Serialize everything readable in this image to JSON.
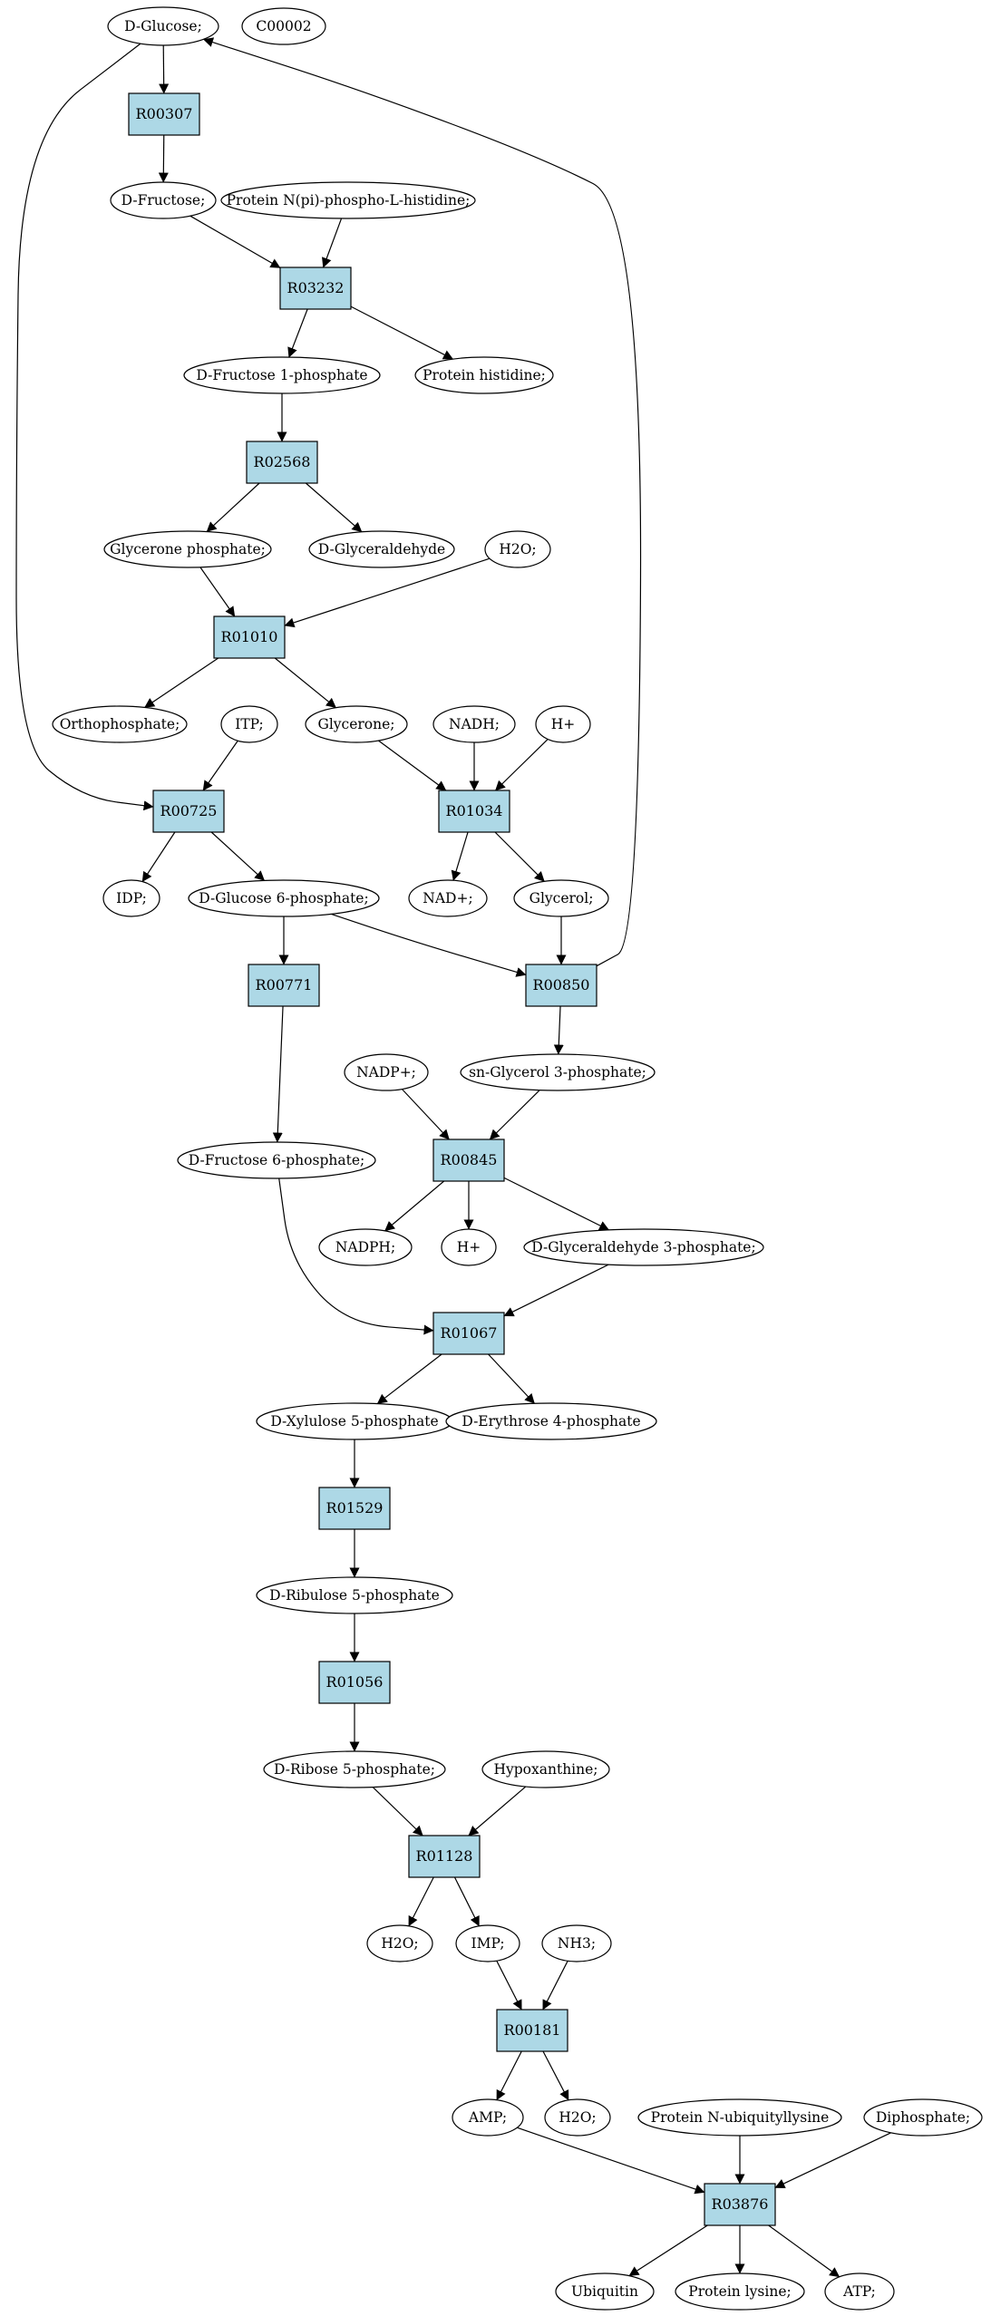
{
  "colors": {
    "highlight_start": "#00ee00",
    "highlight_query": "#ffff00",
    "reaction": "#add8e6",
    "compound": "#ffffff",
    "edge": "#000000"
  },
  "nodes": {
    "glucose": {
      "label": "D-Glucose;",
      "kind": "compound",
      "fill": "#00ee00"
    },
    "c00002": {
      "label": "C00002",
      "kind": "compound",
      "fill": "#ffff00"
    },
    "r00307": {
      "label": "R00307",
      "kind": "reaction"
    },
    "fructose": {
      "label": "D-Fructose;",
      "kind": "compound"
    },
    "protein_nphospho": {
      "label": "Protein N(pi)-phospho-L-histidine;",
      "kind": "compound"
    },
    "r03232": {
      "label": "R03232",
      "kind": "reaction"
    },
    "fructose1p": {
      "label": "D-Fructose 1-phosphate",
      "kind": "compound"
    },
    "protein_histidine": {
      "label": "Protein histidine;",
      "kind": "compound"
    },
    "r02568": {
      "label": "R02568",
      "kind": "reaction"
    },
    "glycerone_p": {
      "label": "Glycerone phosphate;",
      "kind": "compound"
    },
    "glyceraldehyde": {
      "label": "D-Glyceraldehyde",
      "kind": "compound"
    },
    "h2o_a": {
      "label": "H2O;",
      "kind": "compound"
    },
    "r01010": {
      "label": "R01010",
      "kind": "reaction"
    },
    "orthophosphate": {
      "label": "Orthophosphate;",
      "kind": "compound"
    },
    "itp": {
      "label": "ITP;",
      "kind": "compound"
    },
    "glycerone": {
      "label": "Glycerone;",
      "kind": "compound"
    },
    "nadh": {
      "label": "NADH;",
      "kind": "compound"
    },
    "hplus_a": {
      "label": "H+",
      "kind": "compound"
    },
    "r00725": {
      "label": "R00725",
      "kind": "reaction"
    },
    "r01034": {
      "label": "R01034",
      "kind": "reaction"
    },
    "idp": {
      "label": "IDP;",
      "kind": "compound"
    },
    "glucose6p": {
      "label": "D-Glucose 6-phosphate;",
      "kind": "compound"
    },
    "nadplus": {
      "label": "NAD+;",
      "kind": "compound"
    },
    "glycerol": {
      "label": "Glycerol;",
      "kind": "compound"
    },
    "r00771": {
      "label": "R00771",
      "kind": "reaction"
    },
    "r00850": {
      "label": "R00850",
      "kind": "reaction"
    },
    "nadpplus": {
      "label": "NADP+;",
      "kind": "compound"
    },
    "snglycerol3p": {
      "label": "sn-Glycerol 3-phosphate;",
      "kind": "compound"
    },
    "fructose6p": {
      "label": "D-Fructose 6-phosphate;",
      "kind": "compound"
    },
    "r00845": {
      "label": "R00845",
      "kind": "reaction"
    },
    "nadph": {
      "label": "NADPH;",
      "kind": "compound"
    },
    "hplus_b": {
      "label": "H+",
      "kind": "compound"
    },
    "glyceraldehyde3p": {
      "label": "D-Glyceraldehyde 3-phosphate;",
      "kind": "compound"
    },
    "r01067": {
      "label": "R01067",
      "kind": "reaction"
    },
    "xylulose5p": {
      "label": "D-Xylulose 5-phosphate",
      "kind": "compound"
    },
    "erythrose4p": {
      "label": "D-Erythrose 4-phosphate",
      "kind": "compound"
    },
    "r01529": {
      "label": "R01529",
      "kind": "reaction"
    },
    "ribulose5p": {
      "label": "D-Ribulose 5-phosphate",
      "kind": "compound"
    },
    "r01056": {
      "label": "R01056",
      "kind": "reaction"
    },
    "ribose5p": {
      "label": "D-Ribose 5-phosphate;",
      "kind": "compound"
    },
    "hypoxanthine": {
      "label": "Hypoxanthine;",
      "kind": "compound"
    },
    "r01128": {
      "label": "R01128",
      "kind": "reaction"
    },
    "h2o_b": {
      "label": "H2O;",
      "kind": "compound"
    },
    "imp": {
      "label": "IMP;",
      "kind": "compound"
    },
    "nh3": {
      "label": "NH3;",
      "kind": "compound"
    },
    "r00181": {
      "label": "R00181",
      "kind": "reaction"
    },
    "amp": {
      "label": "AMP;",
      "kind": "compound"
    },
    "h2o_c": {
      "label": "H2O;",
      "kind": "compound"
    },
    "protein_ubiq": {
      "label": "Protein N-ubiquityllysine",
      "kind": "compound"
    },
    "diphosphate": {
      "label": "Diphosphate;",
      "kind": "compound"
    },
    "r03876": {
      "label": "R03876",
      "kind": "reaction"
    },
    "ubiquitin": {
      "label": "Ubiquitin",
      "kind": "compound"
    },
    "protein_lysine": {
      "label": "Protein lysine;",
      "kind": "compound"
    },
    "atp": {
      "label": "ATP;",
      "kind": "compound"
    }
  },
  "edges": [
    [
      "glucose",
      "r00307"
    ],
    [
      "r00307",
      "fructose"
    ],
    [
      "fructose",
      "r03232"
    ],
    [
      "protein_nphospho",
      "r03232"
    ],
    [
      "r03232",
      "fructose1p"
    ],
    [
      "r03232",
      "protein_histidine"
    ],
    [
      "fructose1p",
      "r02568"
    ],
    [
      "r02568",
      "glycerone_p"
    ],
    [
      "r02568",
      "glyceraldehyde"
    ],
    [
      "glycerone_p",
      "r01010"
    ],
    [
      "h2o_a",
      "r01010"
    ],
    [
      "r01010",
      "orthophosphate"
    ],
    [
      "r01010",
      "glycerone"
    ],
    [
      "glucose",
      "r00725"
    ],
    [
      "itp",
      "r00725"
    ],
    [
      "glycerone",
      "r01034"
    ],
    [
      "nadh",
      "r01034"
    ],
    [
      "hplus_a",
      "r01034"
    ],
    [
      "r00725",
      "idp"
    ],
    [
      "r00725",
      "glucose6p"
    ],
    [
      "r01034",
      "nadplus"
    ],
    [
      "r01034",
      "glycerol"
    ],
    [
      "glucose6p",
      "r00771"
    ],
    [
      "glucose6p",
      "r00850"
    ],
    [
      "glycerol",
      "r00850"
    ],
    [
      "r00850",
      "glucose"
    ],
    [
      "r00850",
      "snglycerol3p"
    ],
    [
      "r00771",
      "fructose6p"
    ],
    [
      "nadpplus",
      "r00845"
    ],
    [
      "snglycerol3p",
      "r00845"
    ],
    [
      "r00845",
      "nadph"
    ],
    [
      "r00845",
      "hplus_b"
    ],
    [
      "r00845",
      "glyceraldehyde3p"
    ],
    [
      "fructose6p",
      "r01067"
    ],
    [
      "glyceraldehyde3p",
      "r01067"
    ],
    [
      "r01067",
      "xylulose5p"
    ],
    [
      "r01067",
      "erythrose4p"
    ],
    [
      "xylulose5p",
      "r01529"
    ],
    [
      "r01529",
      "ribulose5p"
    ],
    [
      "ribulose5p",
      "r01056"
    ],
    [
      "r01056",
      "ribose5p"
    ],
    [
      "ribose5p",
      "r01128"
    ],
    [
      "hypoxanthine",
      "r01128"
    ],
    [
      "r01128",
      "h2o_b"
    ],
    [
      "r01128",
      "imp"
    ],
    [
      "imp",
      "r00181"
    ],
    [
      "nh3",
      "r00181"
    ],
    [
      "r00181",
      "amp"
    ],
    [
      "r00181",
      "h2o_c"
    ],
    [
      "amp",
      "r03876"
    ],
    [
      "protein_ubiq",
      "r03876"
    ],
    [
      "diphosphate",
      "r03876"
    ],
    [
      "r03876",
      "ubiquitin"
    ],
    [
      "r03876",
      "protein_lysine"
    ],
    [
      "r03876",
      "atp"
    ]
  ]
}
